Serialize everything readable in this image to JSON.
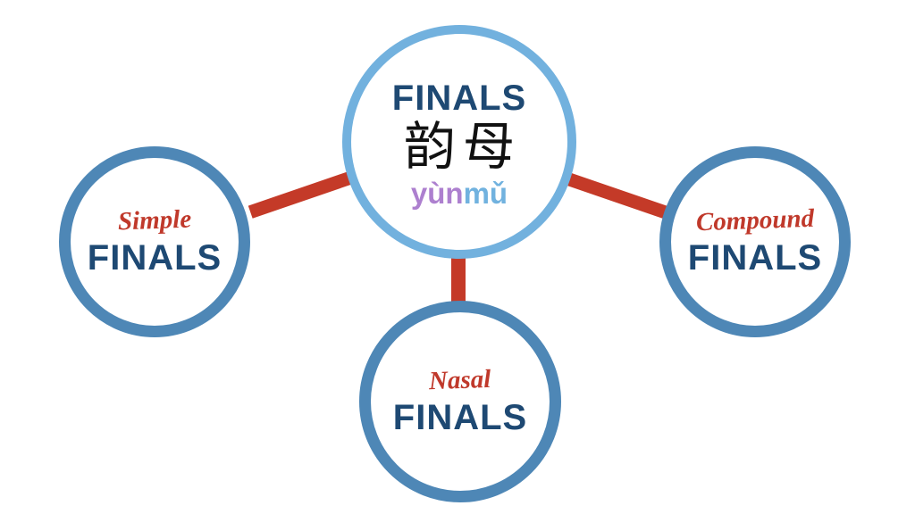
{
  "palette": {
    "background": "#ffffff",
    "center_circle_border": "#72b1de",
    "satellite_circle_border": "#4e87b6",
    "connector_red": "#c43a28",
    "finals_navy": "#1e4973",
    "script_red": "#c0392b",
    "pinyin_purple": "#ad80cf",
    "pinyin_blue": "#71b2df",
    "hanzi_black": "#111111"
  },
  "center": {
    "title": "FINALS",
    "hanzi": "韵母",
    "pinyin_yun": "yùn",
    "pinyin_mu": "mǔ"
  },
  "nodes": [
    {
      "id": "simple",
      "label": "Simple",
      "title": "FINALS"
    },
    {
      "id": "compound",
      "label": "Compound",
      "title": "FINALS"
    },
    {
      "id": "nasal",
      "label": "Nasal",
      "title": "FINALS"
    }
  ]
}
